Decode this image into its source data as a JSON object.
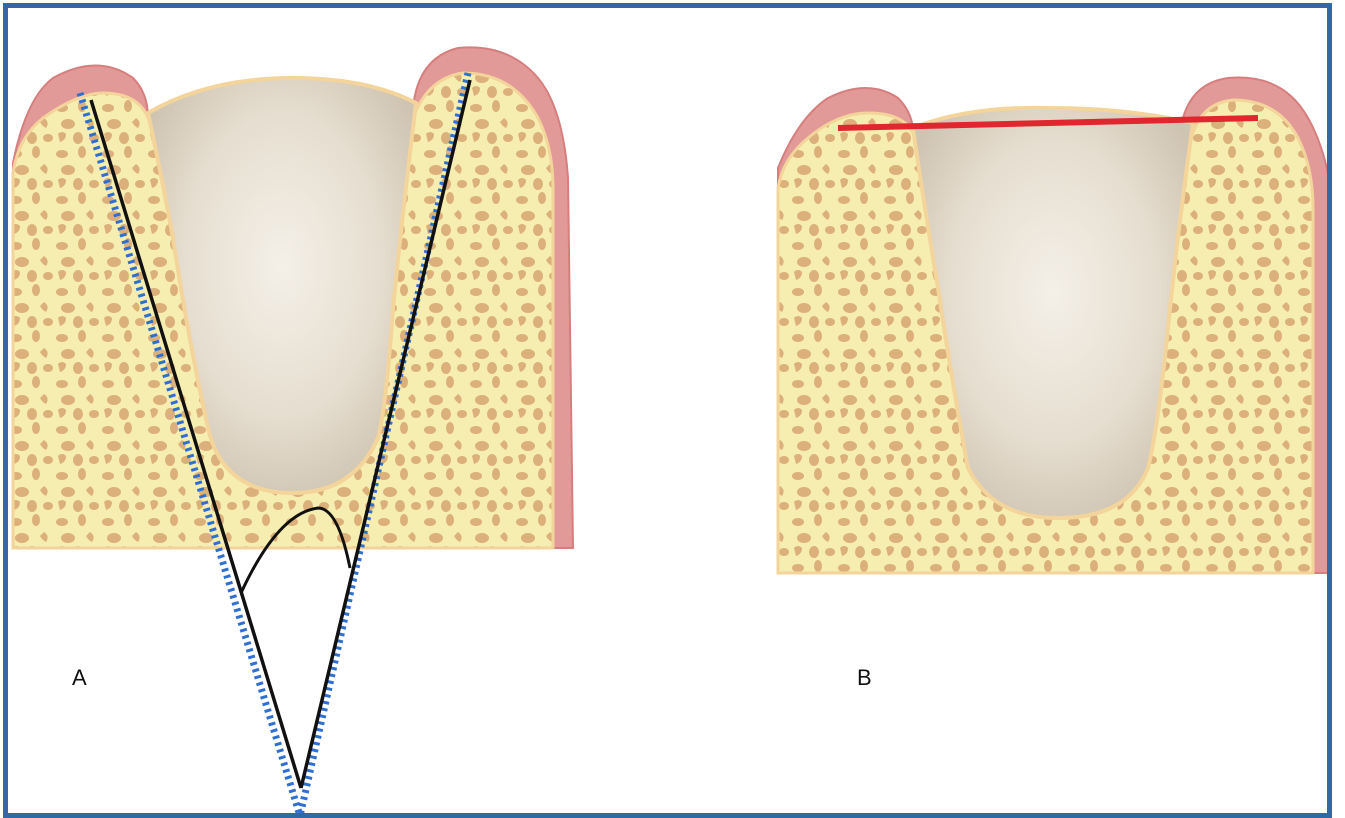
{
  "figure": {
    "panels": [
      {
        "id": "A",
        "label": "A"
      },
      {
        "id": "B",
        "label": "B"
      }
    ]
  },
  "colors": {
    "frame_border": "#2f6aa6",
    "bone": "#f6edb0",
    "bone_edge": "#f3d49b",
    "trabecular_pattern": "#dcb07a",
    "gingiva": "#e29a98",
    "gingiva_edge": "#d67e7e",
    "socket": "#e4dccd",
    "angle_line": "#111111",
    "dotted_line": "#2e6fd0",
    "width_line": "#e0262e"
  }
}
